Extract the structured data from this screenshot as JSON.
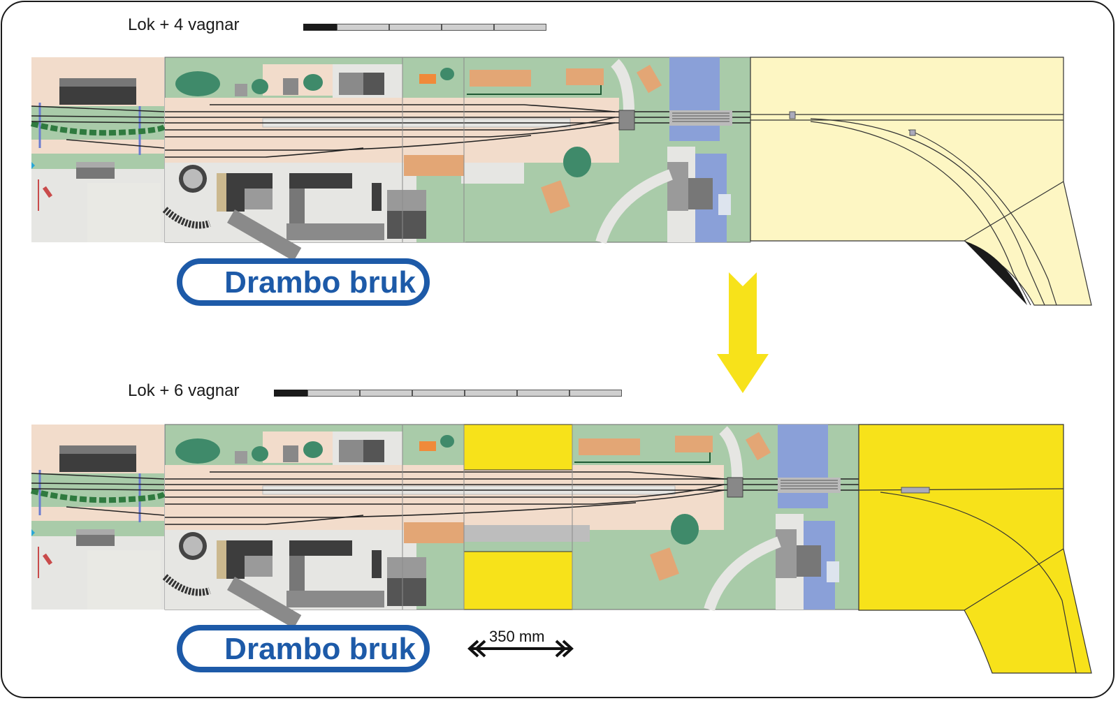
{
  "top": {
    "train_label": "Lok + 4 vagnar",
    "wagons": 4,
    "station_name": "Drambo bruk"
  },
  "bottom": {
    "train_label": "Lok + 6 vagnar",
    "wagons": 6,
    "station_name": "Drambo bruk",
    "dimension_label": "350 mm"
  },
  "colors": {
    "frame": "#1a1a1a",
    "brand_blue": "#1d5aa8",
    "arrow_yellow": "#f7e21a",
    "extension_yellow": "#f7e21a",
    "pale_yellow": "#fdf6c3",
    "grass": "#a9cba9",
    "track_bed": "#f2dccb",
    "water": "#8aa0d8",
    "building_orange": "#e3a675",
    "building_dark": "#3d3d3d"
  }
}
